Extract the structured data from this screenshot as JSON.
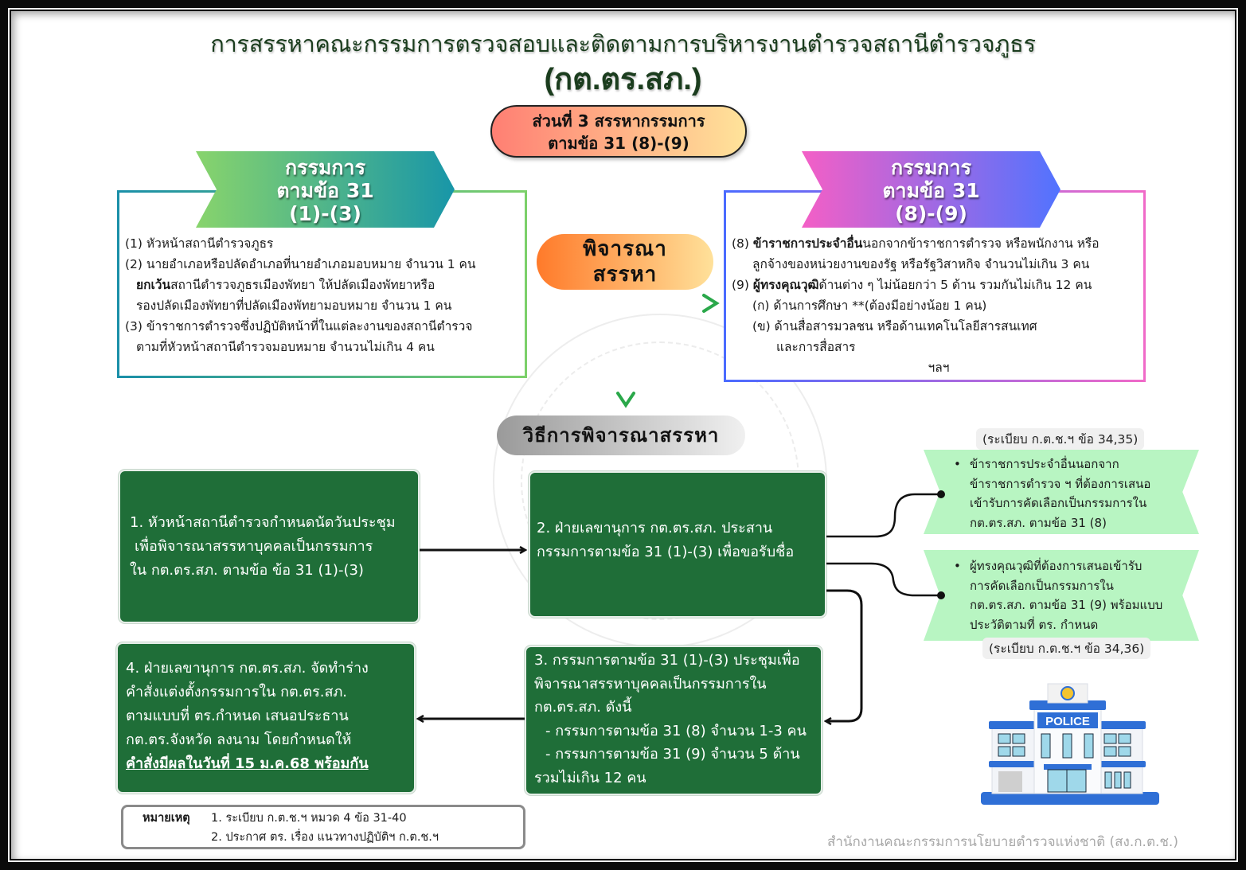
{
  "title": "การสรรหาคณะกรรมการตรวจสอบและติดตามการบริหารงานตำรวจสถานีตำรวจภูธร",
  "subtitle": "(กต.ตร.สภ.)",
  "part_pill": {
    "line1": "ส่วนที่ 3 สรรหากรรมการ",
    "line2": "ตามข้อ 31 (8)-(9)"
  },
  "left_group": {
    "banner": [
      "กรรมการ",
      "ตามข้อ 31",
      "(1)-(3)"
    ],
    "items": [
      {
        "text": "(1) หัวหน้าสถานีตำรวจภูธร"
      },
      {
        "text": "(2) นายอำเภอหรือปลัดอำเภอที่นายอำเภอมอบหมาย จำนวน 1 คน"
      },
      {
        "bold": "ยกเว้น",
        "text": "สถานีตำรวจภูธรเมืองพัทยา ให้ปลัดเมืองพัทยาหรือ"
      },
      {
        "text": "รองปลัดเมืองพัทยาที่ปลัดเมืองพัทยามอบหมาย จำนวน 1 คน"
      },
      {
        "text": "(3) ข้าราชการตำรวจซึ่งปฏิบัติหน้าที่ในแต่ละงานของสถานีตำรวจ"
      },
      {
        "text": "ตามที่หัวหน้าสถานีตำรวจมอบหมาย จำนวนไม่เกิน 4 คน"
      }
    ]
  },
  "right_group": {
    "banner": [
      "กรรมการ",
      "ตามข้อ 31",
      "(8)-(9)"
    ],
    "items": [
      {
        "prefix": "(8) ",
        "bold": "ข้าราชการประจำอื่น",
        "text": "นอกจากข้าราชการตำรวจ หรือพนักงาน หรือ"
      },
      {
        "text": "ลูกจ้างของหน่วยงานของรัฐ หรือรัฐวิสาหกิจ จำนวนไม่เกิน 3 คน"
      },
      {
        "prefix": "(9) ",
        "bold": "ผู้ทรงคุณวุฒิ",
        "text": "ด้านต่าง ๆ ไม่น้อยกว่า 5 ด้าน รวมกันไม่เกิน 12 คน"
      },
      {
        "text": "(ก) ด้านการศึกษา **(ต้องมีอย่างน้อย 1 คน)"
      },
      {
        "text": "(ข) ด้านสื่อสารมวลชน หรือด้านเทคโนโลยีสารสนเทศ"
      },
      {
        "text": "และการสื่อสาร"
      },
      {
        "text": "ฯลฯ"
      }
    ]
  },
  "consider_pill": {
    "line1": "พิจารณา",
    "line2": "สรรหา"
  },
  "method_pill": "วิธีการพิจารณาสรรหา",
  "steps": {
    "step1": [
      "1. หัวหน้าสถานีตำรวจกำหนดนัดวันประชุม",
      "เพื่อพิจารณาสรรหาบุคคลเป็นกรรมการ",
      "ใน กต.ตร.สภ. ตามข้อ ข้อ 31 (1)-(3)"
    ],
    "step2": [
      "2. ฝ่ายเลขานุการ กต.ตร.สภ. ประสาน",
      "กรรมการตามข้อ 31 (1)-(3) เพื่อขอรับชื่อ"
    ],
    "step3": [
      "3. กรรมการตามข้อ 31 (1)-(3) ประชุมเพื่อ",
      "พิจารณาสรรหาบุคคลเป็นกรรมการใน",
      "กต.ตร.สภ. ดังนี้",
      "  - กรรมการตามข้อ 31 (8) จำนวน 1-3 คน",
      "  - กรรมการตามข้อ 31 (9) จำนวน 5 ด้าน",
      "รวมไม่เกิน 12 คน"
    ],
    "step4": [
      "4. ฝ่ายเลขานุการ กต.ตร.สภ. จัดทำร่าง",
      "คำสั่งแต่งตั้งกรรมการใน กต.ตร.สภ.",
      "ตามแบบที่ ตร.กำหนด เสนอประธาน",
      "กต.ตร.จังหวัด ลงนาม โดยกำหนดให้"
    ],
    "step4_emphasis": "คำสั่งมีผลในวันที่ 15 ม.ค.68 พร้อมกัน"
  },
  "ribbons": {
    "ref1": "(ระเบียบ ก.ต.ช.ฯ ข้อ 34,35)",
    "ribbon1": [
      "ข้าราชการประจำอื่นนอกจาก",
      "ข้าราชการตำรวจ ฯ ที่ต้องการเสนอ",
      "เข้ารับการคัดเลือกเป็นกรรมการใน",
      "กต.ตร.สภ. ตามข้อ 31 (8)"
    ],
    "ribbon2": [
      "ผู้ทรงคุณวุฒิที่ต้องการเสนอเข้ารับ",
      "การคัดเลือกเป็นกรรมการใน",
      "กต.ตร.สภ. ตามข้อ 31 (9) พร้อมแบบ",
      "ประวัติตามที่ ตร. กำหนด"
    ],
    "ref2": "(ระเบียบ ก.ต.ช.ฯ ข้อ 34,36)",
    "bullet": "•"
  },
  "note": {
    "label": "หมายเหตุ",
    "items": [
      "1. ระเบียบ ก.ต.ช.ฯ หมวด 4 ข้อ 31-40",
      "2. ประกาศ ตร. เรื่อง แนวทางปฏิบัติฯ ก.ต.ช.ฯ"
    ]
  },
  "police_sign": "POLICE",
  "footer": "สำนักงานคณะกรรมการนโยบายตำรวจแห่งชาติ (สง.ก.ต.ช.)",
  "colors": {
    "title": "#1b3d1e",
    "step_bg": "#1f6e38",
    "ribbon_bg": "#b8f5c2",
    "arrow_green": "#2aa84a",
    "building_blue": "#2f6fd6"
  }
}
